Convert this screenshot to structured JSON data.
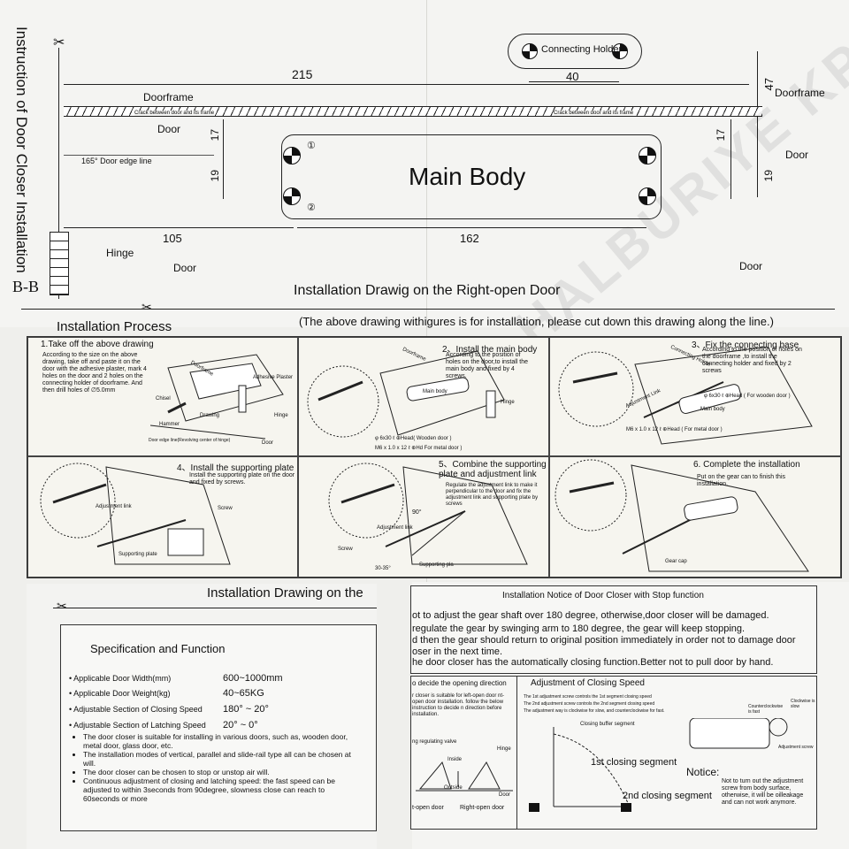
{
  "header": {
    "side_title": "Instruction of Door Closer Installation",
    "section_label": "B-B"
  },
  "top_drawing": {
    "dim_215": "215",
    "dim_40": "40",
    "dim_47": "47",
    "dim_17_left": "17",
    "dim_19_left": "19",
    "dim_17_right": "17",
    "dim_19_right": "19",
    "dim_105": "105",
    "dim_162": "162",
    "connecting_holder": "Connecting Holder",
    "doorframe_left": "Doorframe",
    "doorframe_right": "Doorframe",
    "crack_left": "Crack between door and its frame",
    "crack_right": "Crack between door and its frame",
    "door_top_left": "Door",
    "door_right": "Door",
    "door_bottom_left": "Door",
    "door_bottom_right": "Door",
    "door_edge_line": "165° Door edge line",
    "hinge": "Hinge",
    "main_body": "Main Body",
    "hole1": "①",
    "hole2": "②",
    "title": "Installation Drawig on the Right-open Door",
    "note": "(The above drawing withigures is for installation, please cut down this drawing along the line.)"
  },
  "process": {
    "title": "Installation Process",
    "steps": [
      {
        "title": "1.Take off the above drawing",
        "desc": "According to the size on the above drawing, take off and paste it on the door with the adhesive plaster, mark 4 holes on the door and 2 holes on the connecting holder of doorframe. And then drill holes of ∅5.0mm"
      },
      {
        "title": "2、Install the main body",
        "desc": "According to the position of holes on the door,to install the main body and fixed by 4 screws."
      },
      {
        "title": "3、Fix the connecting base",
        "desc": "According to the position of holes on the doorframe ,to install the connecting holder and fixed by 2 screws"
      },
      {
        "title": "4、Install the supporting plate",
        "desc": "Install the supporting plate on the door and fixed by screws."
      },
      {
        "title": "5、Combine the supporting plate and adjustment link",
        "desc": "Regulate the adjustment link to make it perpendicular to the door and fix the adjustment link and supporting plate by screws"
      },
      {
        "title": "6. Complete the installation",
        "desc": "Put on the gear can to finish this installation."
      }
    ],
    "labels": {
      "doorframe": "Doorframe",
      "adhesive": "Adhesive Plaster",
      "chisel": "Chisel",
      "drawing": "Drawing",
      "hinge": "Hinge",
      "hammer": "Hammer",
      "door_edge": "Door edge line(Revolving center of hinge)",
      "door": "Door",
      "main_body": "Main body",
      "screw_wood": "φ 6x30 ℓ ⊕Head( Wooden door )",
      "screw_metal": "M6 x 1.0 x 12 ℓ ⊕Hd For metal door )",
      "conn_holder": "Connecting Holder",
      "adj_link": "Adjustment Link",
      "screw_wood2": "φ 6x30 ℓ ⊕Head ( For wooden door )",
      "screw_metal2": "M6 x 1.0 x 12 ℓ ⊕Head ( For metal door )",
      "main_body2": "Main body",
      "adj_link4": "Adjustment link",
      "screw4": "Screw",
      "supp_plate4": "Supporting plate",
      "deg90": "90°",
      "adj_link5": "Adjustment link",
      "screw5": "Screw",
      "deg3035": "30-35°",
      "supp_plate5": "Supporting pla",
      "gear_cap": "Gear cap"
    }
  },
  "spec": {
    "header": "Installation Drawing on the",
    "title": "Specification and Function",
    "rows": [
      {
        "label": "Applicable Door Width(mm)",
        "value": "600~1000mm"
      },
      {
        "label": "Applicable Door Weight(kg)",
        "value": "40~65KG"
      },
      {
        "label": "Adjustable Section of Closing Speed",
        "value": "180° ~ 20°"
      },
      {
        "label": "Adjustable Section of Latching Speed",
        "value": "20° ~ 0°"
      }
    ],
    "bullets": [
      "The door closer is suitable for installing in various doors, such as, wooden door, metal door, glass door, etc.",
      "The installation modes of vertical, parallel and slide-rail type all can be chosen at will.",
      "The door closer can be chosen to stop or unstop air will.",
      "Continuous adjustment of closing and latching speed: the fast speed can be adjusted to within 3seconds from 90degree, slowness close can reach to 60seconds or more"
    ]
  },
  "notice": {
    "title": "Installation Notice of Door Closer with Stop function",
    "lines": [
      "ot to adjust the gear shaft over 180 degree, otherwise,door closer will be damaged.",
      "regulate the gear by swinging arm to 180 degree, the gear will keep stopping.",
      "d then the gear should return to original position immediately in order not to damage door",
      "oser in the next time.",
      "he door closer has the automatically closing function.Better not  to pull door by hand."
    ],
    "decide_title": "o decide the opening direction",
    "decide_text": "r closer is suitable for left-open door nt-open door installation. follow the below instruction to decide n direction before installation.",
    "valve": "ng regulating valve",
    "inside": "Inside",
    "outside": "Outside",
    "hinge": "Hinge",
    "door": "Door",
    "left_open": "t-open door",
    "right_open": "Right-open door",
    "adj_title": "Adjustment of Closing Speed",
    "adj_lines": [
      "The 1st adjustment screw controls the 1st segment closing speed",
      "The 2nd adjustment screw controls the 2nd segment closing speed",
      "The adjustment way is clockwise for slow, and counterclockwise for fast."
    ],
    "buffer": "Closing buffer segment",
    "seg1": "1st closing segment",
    "seg2": "2nd closing segment",
    "counter": "Counterclockwise is fast",
    "clockwise": "Clockwise is slow",
    "adj_screw": "Adjustment screw",
    "notice_title": "Notice:",
    "notice_text": "Not to turn out the adjustment screw from body surface, otherwise, it will be oilleakage and can not work anymore."
  },
  "watermark": "HALBURIYE KPKTI"
}
